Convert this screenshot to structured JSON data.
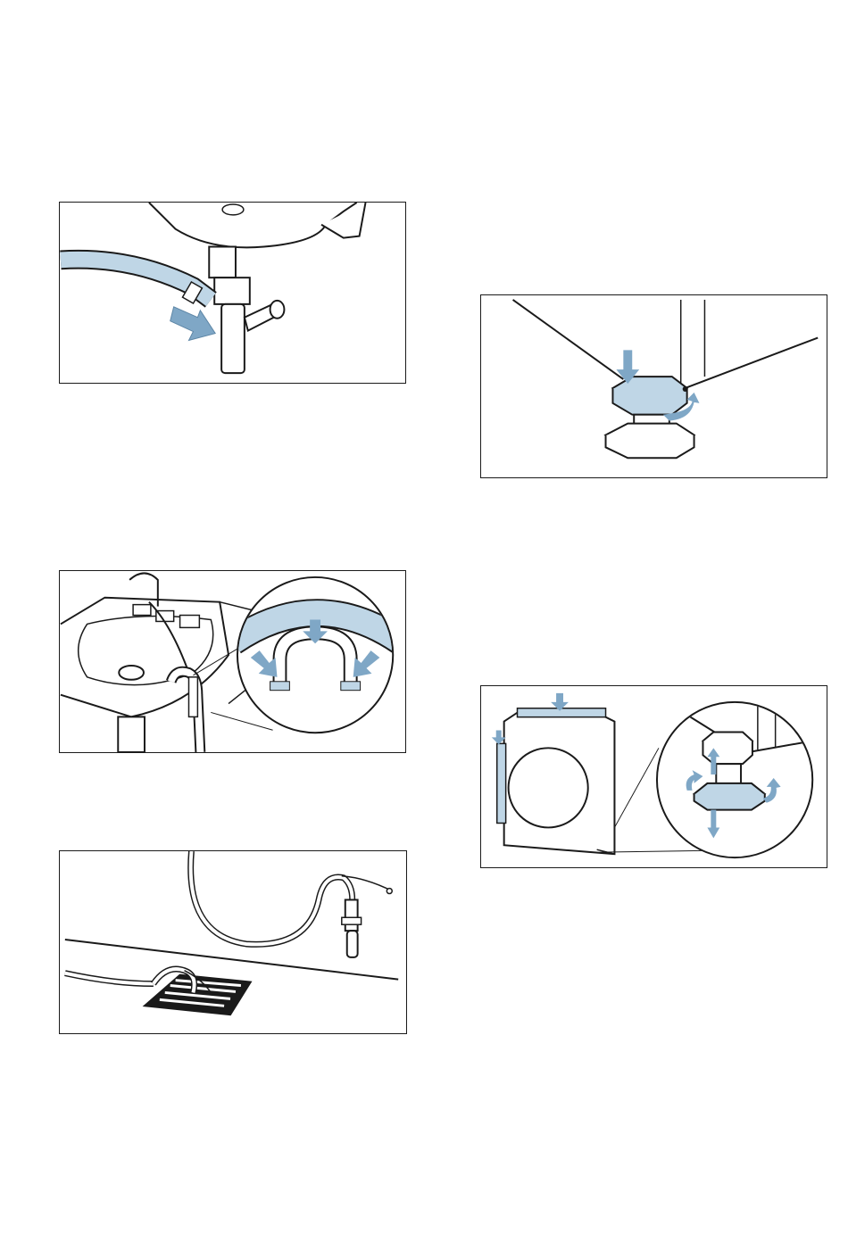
{
  "colors": {
    "accent_blue": "#7fa7c6",
    "light_blue": "#bfd6e6",
    "line": "#1a1a1a",
    "panel_border": "#1a1a1a",
    "background": "#ffffff"
  },
  "figures": [
    {
      "id": "drain-hose-siphon-connection",
      "icons": [
        "arrow-icon"
      ]
    },
    {
      "id": "drain-hose-over-basin-edge",
      "icons": [
        "arrow-icon",
        "zoom-circle"
      ]
    },
    {
      "id": "drain-hose-floor-drain",
      "icons": []
    },
    {
      "id": "foot-lock-nut-tighten",
      "icons": [
        "arrow-icon",
        "rotate-arrow-icon"
      ]
    },
    {
      "id": "appliance-leveling",
      "icons": [
        "arrow-icon",
        "rotate-arrow-icon",
        "zoom-circle"
      ]
    }
  ]
}
